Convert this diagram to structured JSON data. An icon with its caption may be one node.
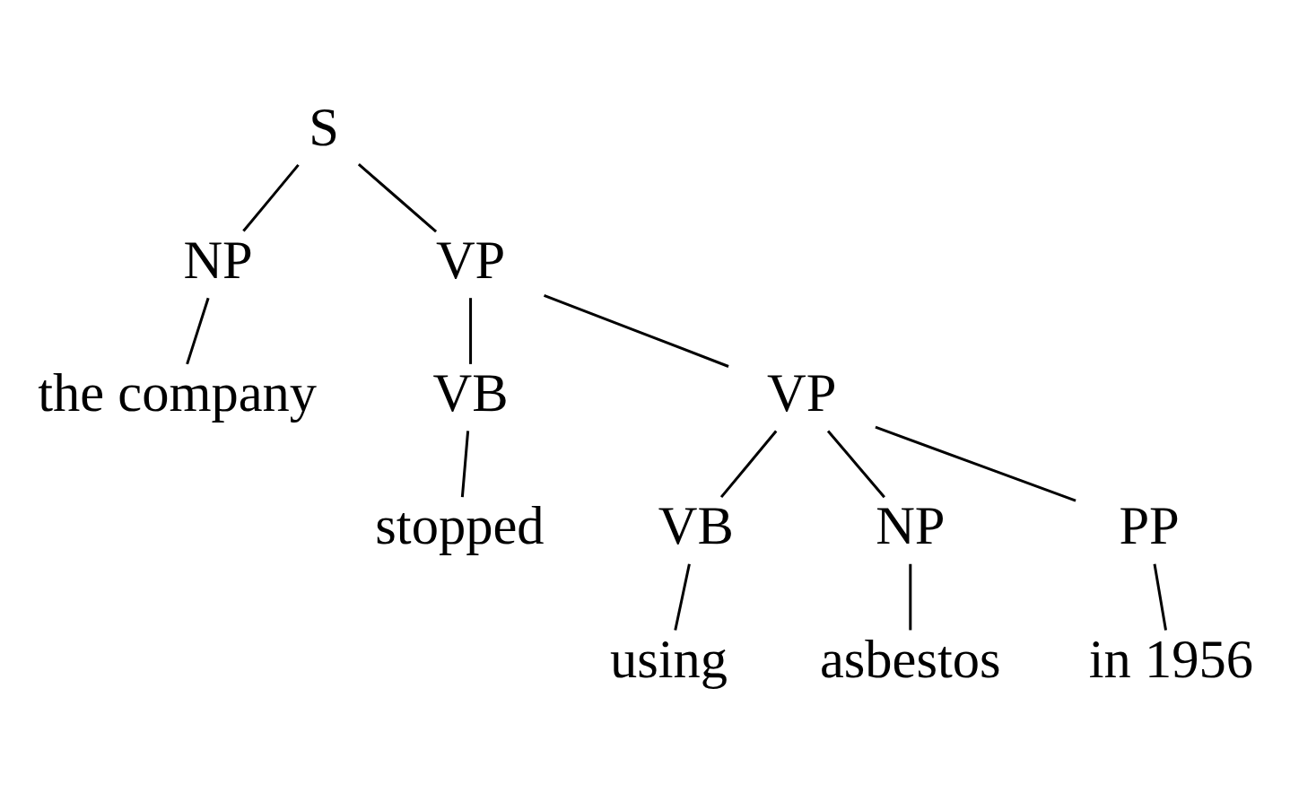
{
  "diagram": {
    "nodes": [
      {
        "text": [
          "S"
        ]
      },
      {
        "text": [
          "NP"
        ]
      },
      {
        "text": [
          "VP"
        ]
      },
      {
        "text": [
          "the company"
        ]
      },
      {
        "text": [
          "VB"
        ]
      },
      {
        "text": [
          "VP"
        ]
      },
      {
        "text": [
          "stopped"
        ]
      },
      {
        "text": [
          "VB"
        ]
      },
      {
        "text": [
          "NP"
        ]
      },
      {
        "text": [
          "PP"
        ]
      },
      {
        "text": [
          "using"
        ]
      },
      {
        "text": [
          "asbestos"
        ]
      },
      {
        "text": [
          "in 1956"
        ]
      }
    ],
    "edges": [
      {
        "from": 0,
        "to": 1,
        "arrow": "none"
      },
      {
        "from": 0,
        "to": 2,
        "arrow": "none"
      },
      {
        "from": 1,
        "to": 3,
        "arrow": "none"
      },
      {
        "from": 2,
        "to": 4,
        "arrow": "none"
      },
      {
        "from": 2,
        "to": 5,
        "arrow": "none"
      },
      {
        "from": 4,
        "to": 6,
        "arrow": "none"
      },
      {
        "from": 5,
        "to": 7,
        "arrow": "none"
      },
      {
        "from": 5,
        "to": 8,
        "arrow": "none"
      },
      {
        "from": 5,
        "to": 9,
        "arrow": "none"
      },
      {
        "from": 7,
        "to": 10,
        "arrow": "none"
      },
      {
        "from": 8,
        "to": 11,
        "arrow": "none"
      },
      {
        "from": 9,
        "to": 12,
        "arrow": "none"
      }
    ]
  }
}
